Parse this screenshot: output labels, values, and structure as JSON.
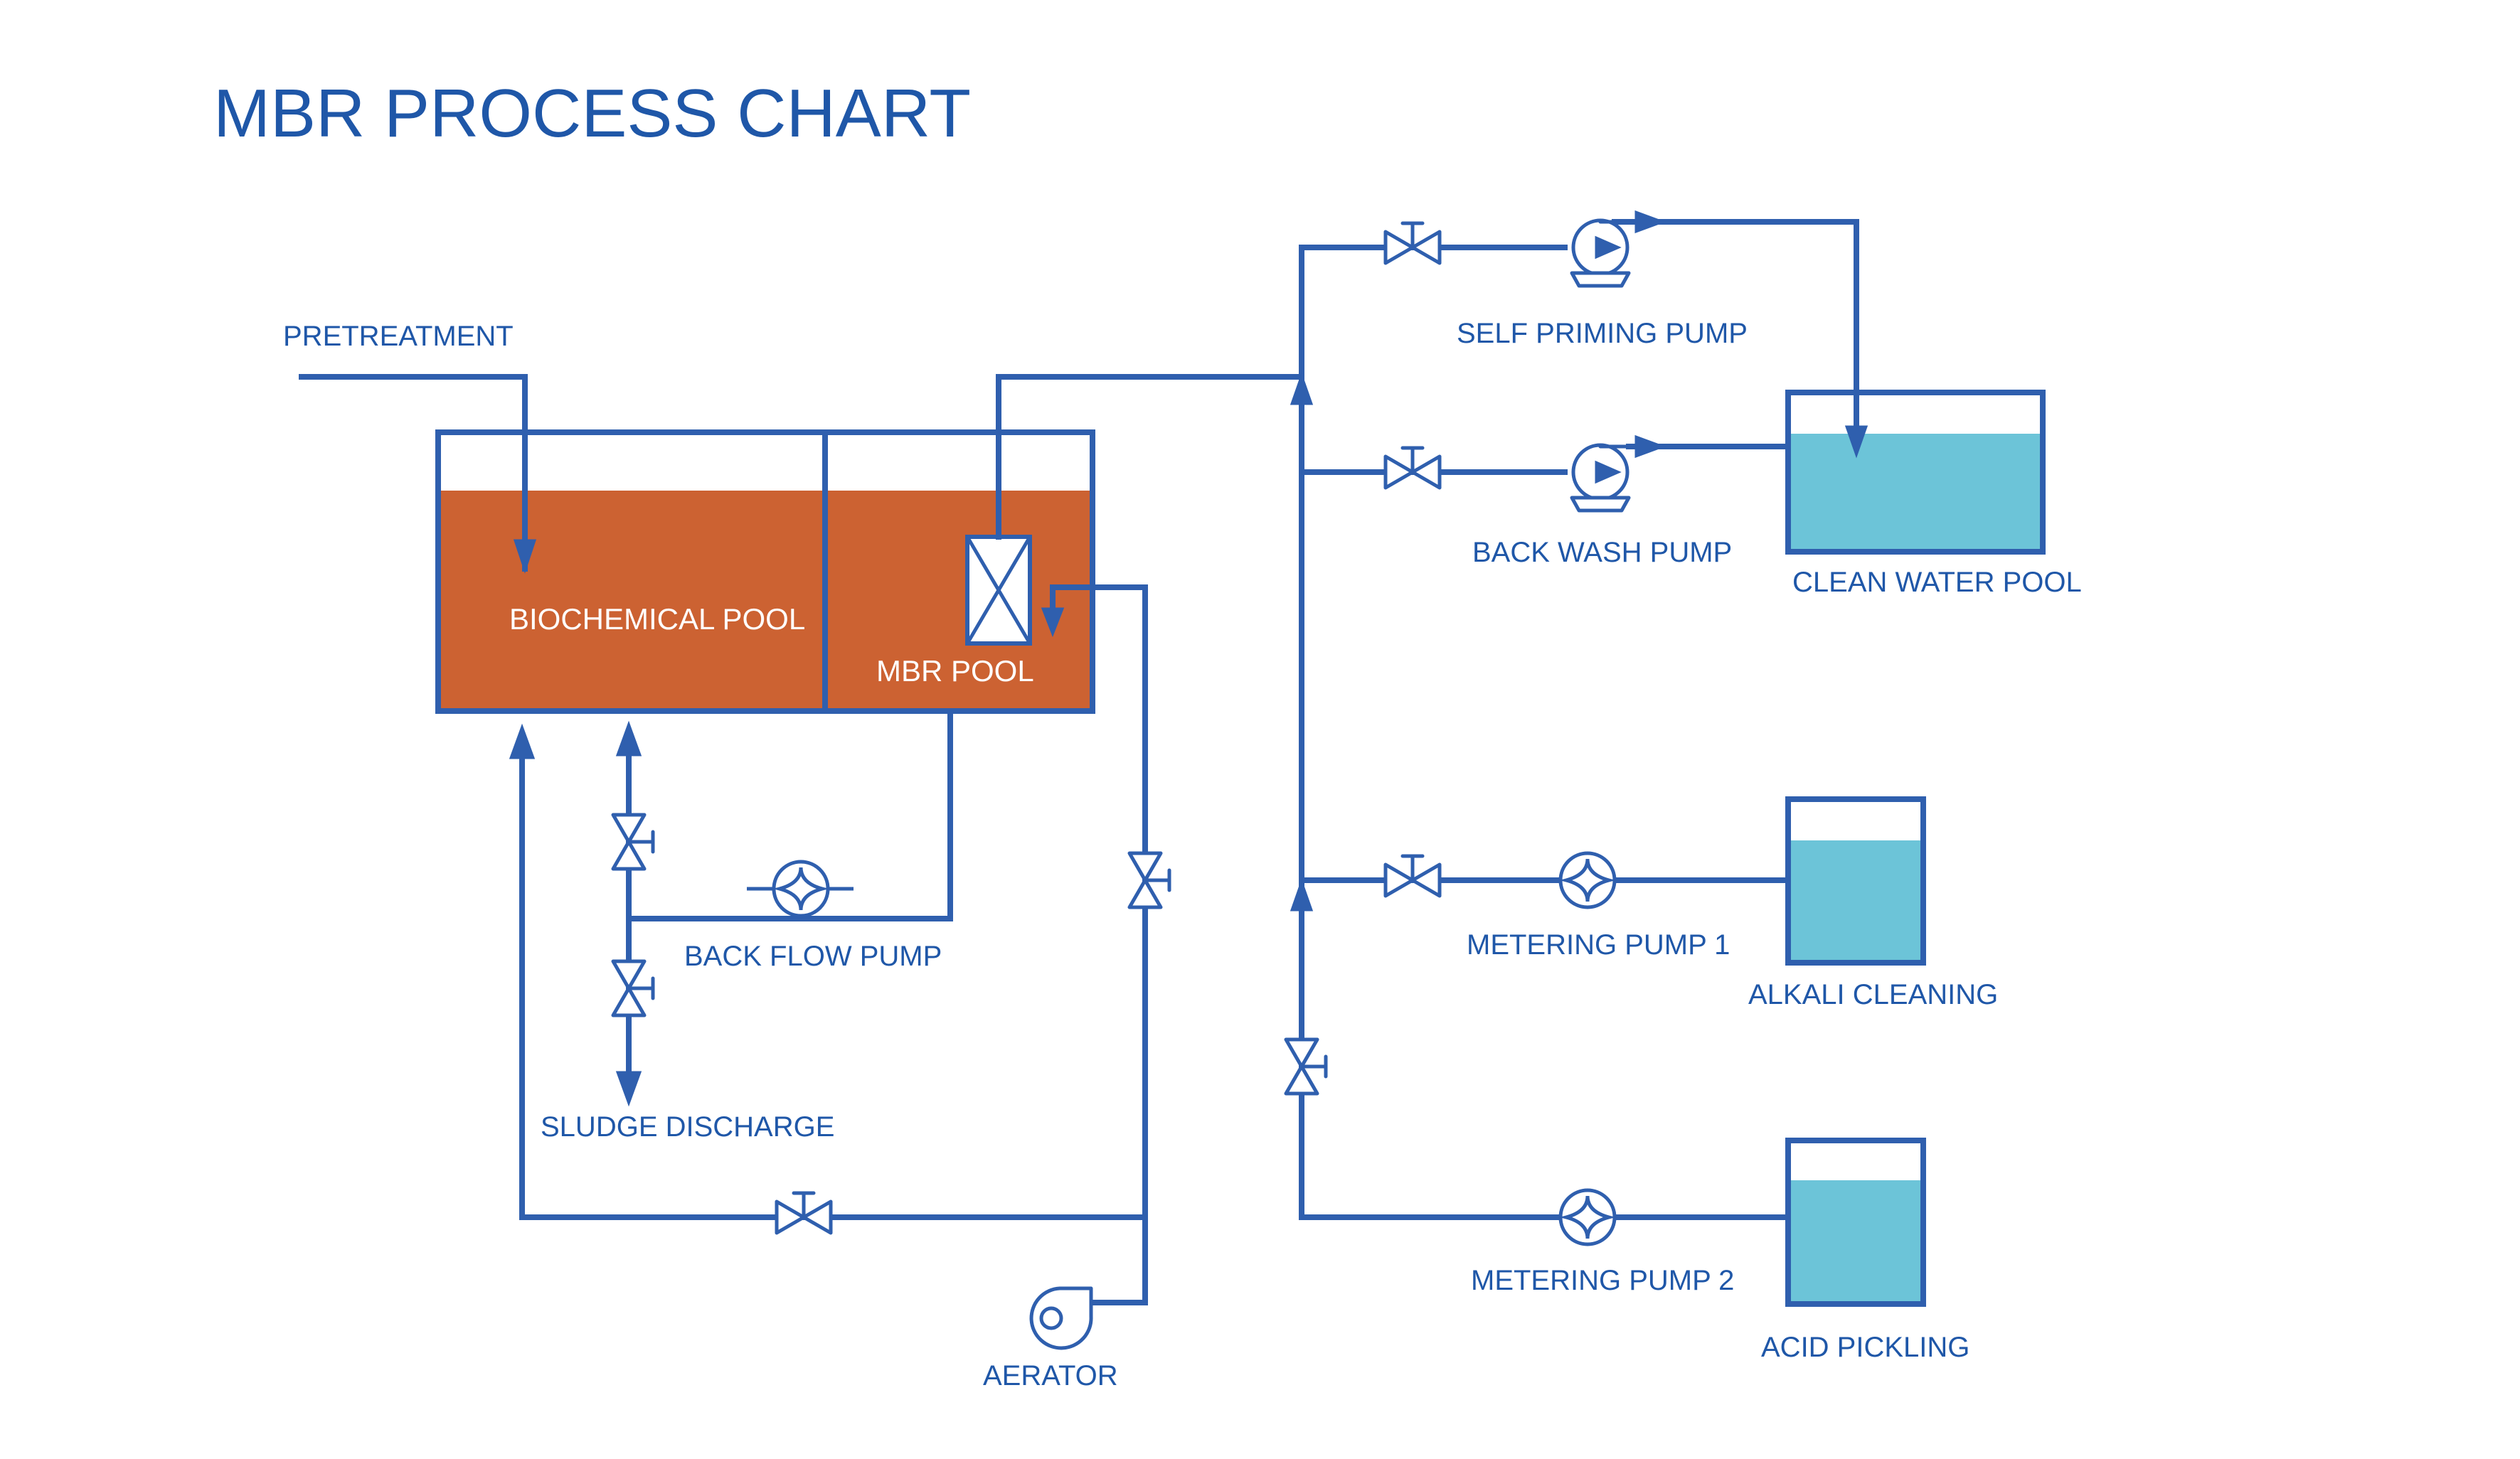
{
  "title": "MBR PROCESS CHART",
  "labels": {
    "pretreatment": "PRETREATMENT",
    "biochemical_pool": "BIOCHEMICAL POOL",
    "mbr_pool": "MBR POOL",
    "self_priming_pump": "SELF PRIMING PUMP",
    "back_wash_pump": "BACK WASH PUMP",
    "clean_water_pool": "CLEAN WATER POOL",
    "back_flow_pump": "BACK FLOW PUMP",
    "sludge_discharge": "SLUDGE DISCHARGE",
    "metering_pump_1": "METERING PUMP 1",
    "alkali_cleaning": "ALKALI CLEANING",
    "metering_pump_2": "METERING PUMP 2",
    "acid_pickling": "ACID PICKLING",
    "aerator": "AERATOR"
  },
  "colors": {
    "pipe": "#2f5fae",
    "text": "#1f57a8",
    "sludge": "#cc6232",
    "clean_water": "#6cc4d8",
    "background": "#ffffff"
  }
}
